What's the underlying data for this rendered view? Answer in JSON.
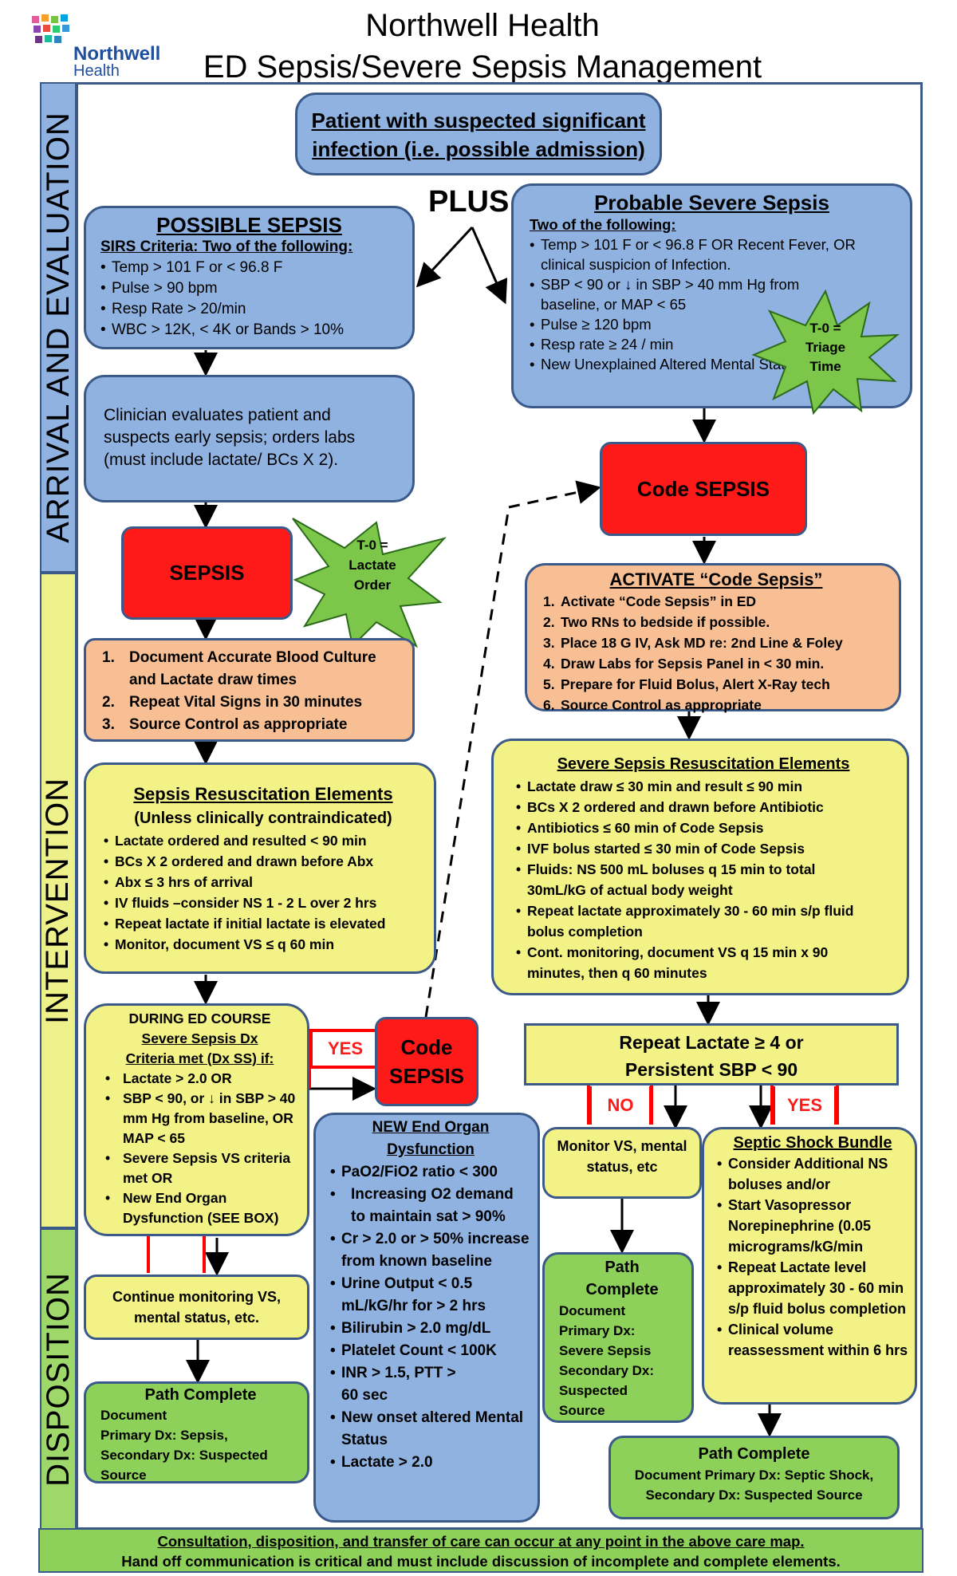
{
  "header": {
    "title_line1": "Northwell Health",
    "title_line2": "ED Sepsis/Severe Sepsis Management",
    "logo_line1": "Northwell",
    "logo_line2": "Health"
  },
  "sidebar": {
    "arrival": "ARRIVAL AND EVALUATION",
    "intervention": "INTERVENTION",
    "disposition": "DISPOSITION"
  },
  "top_box": {
    "line1": "Patient with suspected significant",
    "line2": "infection (i.e. possible admission)"
  },
  "plus": "PLUS",
  "possible_sepsis": {
    "title": "POSSIBLE SEPSIS",
    "subtitle": "SIRS Criteria:  Two of the following:",
    "items": [
      "Temp  > 101 F or  < 96.8 F",
      "Pulse > 90 bpm",
      "Resp Rate  > 20/min",
      "WBC > 12K, < 4K or Bands  > 10%"
    ]
  },
  "probable_severe": {
    "title": "Probable Severe Sepsis",
    "subtitle": "Two of the following:",
    "items": [
      "Temp  > 101 F or  < 96.8 F OR   Recent Fever, OR  clinical suspicion of Infection.",
      "SBP < 90 or ↓ in SBP > 40 mm Hg from baseline, or  MAP < 65",
      "Pulse ≥ 120 bpm",
      "Resp rate ≥ 24 / min",
      "New Unexplained Altered Mental Status"
    ]
  },
  "star_triage": {
    "line1": "T-0 =",
    "line2": "Triage",
    "line3": "Time"
  },
  "clinician_box": {
    "text": "Clinician evaluates patient and suspects early sepsis; orders labs (must include lactate/ BCs X 2)."
  },
  "code_sepsis_top": "Code SEPSIS",
  "sepsis_box": "SEPSIS",
  "star_lactate": {
    "line1": "T-0 =",
    "line2": "Lactate",
    "line3": "Order"
  },
  "activate": {
    "title": "ACTIVATE “Code Sepsis”",
    "items": [
      "Activate “Code Sepsis” in ED",
      "Two RNs to bedside if possible.",
      "Place 18 G  IV, Ask MD re: 2nd Line & Foley",
      "Draw Labs for Sepsis Panel in < 30 min.",
      "Prepare for Fluid Bolus, Alert X-Ray tech",
      "Source Control as appropriate"
    ]
  },
  "document_box": {
    "items": [
      "Document Accurate Blood Culture and Lactate draw times",
      "Repeat Vital Signs in 30 minutes",
      "Source Control as appropriate"
    ]
  },
  "sepsis_resus": {
    "title": "Sepsis Resuscitation Elements",
    "subtitle": "(Unless clinically contraindicated)",
    "items": [
      "Lactate ordered and resulted < 90 min",
      "BCs X 2 ordered and drawn before Abx",
      "Abx  ≤  3 hrs of arrival",
      "IV fluids –consider NS 1 - 2 L over 2 hrs",
      "Repeat lactate if initial lactate is elevated",
      "Monitor, document VS ≤ q 60 min"
    ]
  },
  "severe_resus": {
    "title": "Severe Sepsis Resuscitation Elements",
    "items": [
      "Lactate draw ≤ 30 min and result ≤ 90 min",
      "BCs X 2 ordered and drawn before Antibiotic",
      "Antibiotics  ≤ 60 min of Code Sepsis",
      "IVF bolus started ≤ 30 min of Code Sepsis",
      "Fluids: NS 500 mL boluses q 15 min to total 30mL/kG  of actual body weight",
      "Repeat lactate approximately 30 - 60 min s/p fluid bolus completion",
      "Cont. monitoring, document VS q 15 min x  90 minutes, then q 60 minutes"
    ]
  },
  "during_ed": {
    "title1": "DURING ED COURSE",
    "title2": "Severe Sepsis Dx",
    "title3": "Criteria met (Dx SS) if:",
    "items": [
      "Lactate > 2.0 OR",
      "SBP < 90, or ↓ in SBP > 40 mm Hg from baseline, OR  MAP < 65",
      "Severe Sepsis VS criteria met   OR",
      "New End Organ Dysfunction (SEE BOX)"
    ]
  },
  "yes_label": "YES",
  "no_label": "NO",
  "code_sepsis_mid": {
    "line1": "Code",
    "line2": "SEPSIS"
  },
  "repeat_lactate": {
    "line1": "Repeat Lactate ≥ 4 or",
    "line2": "Persistent SBP < 90"
  },
  "end_organ": {
    "title1": "NEW End Organ",
    "title2": "Dysfunction",
    "items": [
      "PaO2/FiO2 ratio < 300",
      "Increasing O2 demand  to maintain sat >  90%",
      "Cr > 2.0 or > 50% increase from known baseline",
      "Urine Output < 0.5 mL/kG/hr for > 2 hrs",
      "Bilirubin > 2.0 mg/dL",
      "Platelet Count < 100K",
      "INR  > 1.5,  PTT  > 60 sec",
      "New onset altered Mental Status",
      "Lactate  >  2.0"
    ]
  },
  "monitor_vs": "Monitor VS, mental status, etc",
  "septic_shock": {
    "title": "Septic Shock Bundle",
    "items": [
      "Consider Additional NS boluses   and/or",
      "Start Vasopressor Norepinephrine  (0.05 micrograms/kG/min",
      "Repeat Lactate level approximately  30 - 60 min s/p fluid bolus completion",
      "Clinical volume reassessment within 6 hrs"
    ]
  },
  "continue_monitor": "Continue monitoring VS, mental status, etc.",
  "path_left": {
    "title": "Path Complete",
    "lines": [
      "Document",
      "Primary Dx: Sepsis,",
      "Secondary Dx: Suspected",
      "Source"
    ]
  },
  "path_mid": {
    "title1": "Path",
    "title2": "Complete",
    "lines": [
      "Document",
      "Primary Dx:",
      "Severe Sepsis",
      "Secondary Dx:",
      "Suspected",
      "Source"
    ]
  },
  "path_right": {
    "title": "Path Complete",
    "lines": [
      "Document Primary Dx:  Septic Shock,",
      "Secondary Dx: Suspected Source"
    ]
  },
  "footer": {
    "line1": "Consultation, disposition, and transfer of care can occur at any point in the above care map.",
    "line2": "Hand off communication is critical and must include discussion of incomplete and complete elements."
  },
  "colors": {
    "blue": "#8fb2e0",
    "orange": "#f7bf93",
    "yellow": "#f3f286",
    "green": "#8ed15a",
    "red": "#ff1a1a",
    "sidebar_blue": "#8fb2e0",
    "sidebar_yellow": "#eef08a",
    "sidebar_green": "#9fd86a"
  }
}
